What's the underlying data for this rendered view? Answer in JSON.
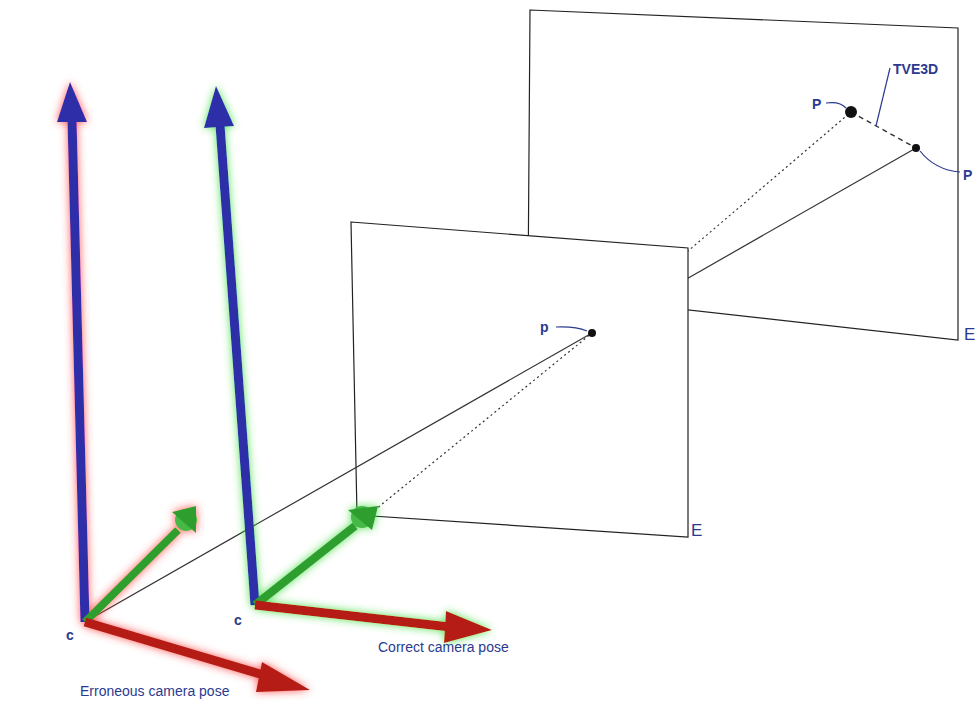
{
  "diagram": {
    "nodes": [
      {
        "text": [
          "P",
          "TVE3D",
          "P",
          "E"
        ]
      },
      {
        "text": [
          "p",
          "E"
        ]
      }
    ],
    "labels": [
      "c",
      "c",
      "Erroneous camera pose",
      "Correct camera pose"
    ]
  }
}
